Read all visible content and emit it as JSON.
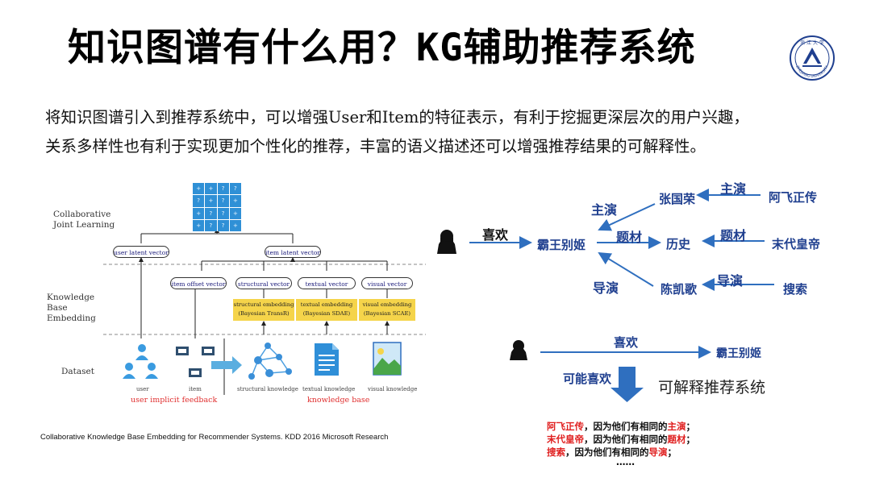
{
  "header": {
    "title_cn": "知识图谱有什么用？",
    "title_latin": "KG",
    "title_cn2": "辅助推荐系统",
    "logo_text": "ZHEJIANG UNIVERSITY"
  },
  "intro": {
    "line1": "将知识图谱引入到推荐系统中，可以增强User和Item的特征表示，有利于挖掘更深层次的用户兴趣，",
    "line2": "关系多样性也有利于实现更加个性化的推荐，丰富的语义描述还可以增强推荐结果的可解释性。"
  },
  "figure": {
    "sections": [
      "Collaborative Joint Learning",
      "Knowledge Base Embedding",
      "Dataset"
    ],
    "matrix_cells": [
      "+",
      "+",
      "?",
      "?",
      "?",
      "+",
      "?",
      "+",
      "+",
      "?",
      "?",
      "+",
      "+",
      "?",
      "?",
      "+"
    ],
    "latent": [
      "user latent vector",
      "item latent vector"
    ],
    "vectors": [
      "item offset vector",
      "structural vector",
      "textual vector",
      "visual vector"
    ],
    "embeddings": [
      {
        "line1": "structural embedding",
        "line2": "(Bayesian TransR)"
      },
      {
        "line1": "textual embedding",
        "line2": "(Bayesian SDAE)"
      },
      {
        "line1": "visual embedding",
        "line2": "(Bayesian SCAE)"
      }
    ],
    "dataset_captions": [
      "user",
      "item",
      "structural knowledge",
      "textual knowledge",
      "visual knowledge"
    ],
    "groups": [
      "user implicit feedback",
      "knowledge base"
    ],
    "citation": "Collaborative Knowledge Base Embedding for Recommender Systems. KDD 2016 Microsoft Research"
  },
  "graph": {
    "nodes": {
      "center": "霸王别姬",
      "zhang": "张国荣",
      "afei": "阿飞正传",
      "history": "历史",
      "modai": "末代皇帝",
      "chen": "陈凯歌",
      "search": "搜索"
    },
    "edges": {
      "like": "喜欢",
      "actor1": "主演",
      "actor2": "主演",
      "theme1": "题材",
      "theme2": "题材",
      "director1": "导演",
      "director2": "导演"
    },
    "colors": {
      "node": "#1f3f8f",
      "arrow": "#2f6fbf",
      "highlight": "#e02020"
    }
  },
  "explain": {
    "like": "喜欢",
    "target": "霸王别姬",
    "maybe": "可能喜欢",
    "system_label": "可解释推荐系统",
    "reasons": [
      {
        "item": "阿飞正传",
        "pre": "，因为他们有相同的",
        "key": "主演",
        "end": "；"
      },
      {
        "item": "末代皇帝",
        "pre": "，因为他们有相同的",
        "key": "题材",
        "end": "；"
      },
      {
        "item": "搜索",
        "pre": "，因为他们有相同的",
        "key": "导演",
        "end": "；"
      }
    ],
    "ellipsis": "……"
  }
}
